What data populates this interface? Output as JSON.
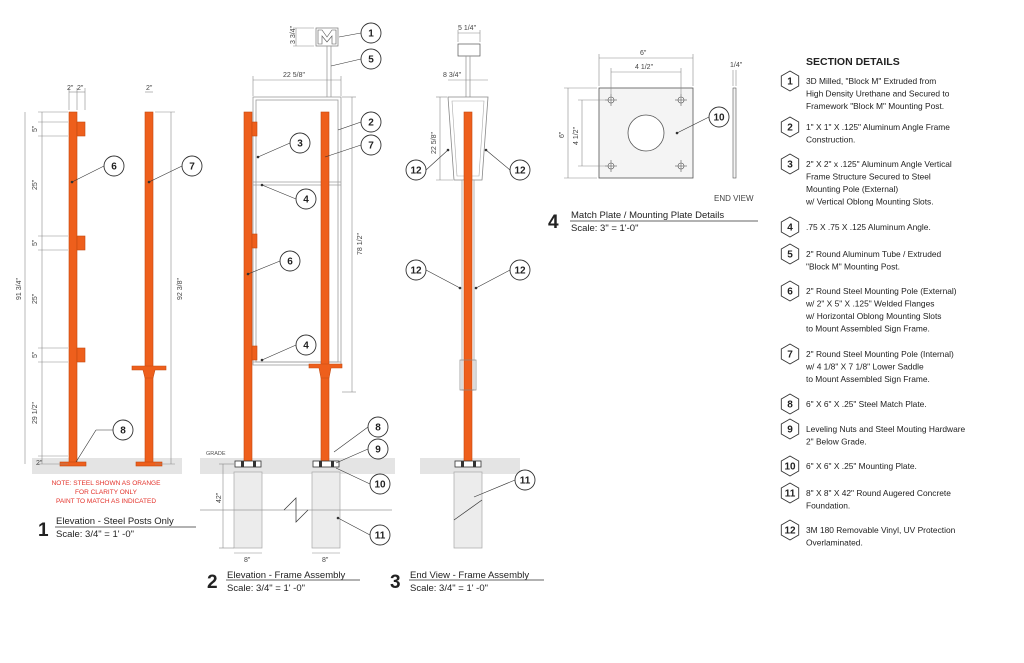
{
  "views": [
    {
      "number": "1",
      "title": "Elevation - Steel Posts Only",
      "scale": "Scale: 3/4\" = 1' -0\""
    },
    {
      "number": "2",
      "title": "Elevation - Frame Assembly",
      "scale": "Scale: 3/4\" = 1' -0\""
    },
    {
      "number": "3",
      "title": "End View - Frame Assembly",
      "scale": "Scale: 3/4\" = 1' -0\""
    },
    {
      "number": "4",
      "title": "Match Plate / Mounting Plate Details",
      "scale": "Scale: 3\" = 1'-0\""
    }
  ],
  "note": [
    "NOTE: STEEL SHOWN AS ORANGE",
    "FOR CLARITY ONLY",
    "PAINT TO MATCH AS INDICATED"
  ],
  "end_view_label": "END VIEW",
  "grade_label": "GRADE",
  "dimensions": {
    "v1_top_2a": "2\"",
    "v1_top_2b": "2\"",
    "v1_top_2c": "2\"",
    "v1_5a": "5\"",
    "v1_25a": "25\"",
    "v1_5b": "5\"",
    "v1_25b": "25\"",
    "v1_5c": "5\"",
    "v1_29": "29 1/2\"",
    "v1_2": "2\"",
    "v1_total": "91 3/4\"",
    "v1_post7": "92 3/8\"",
    "v2_3_3_4": "3 3/4\"",
    "v2_width": "22 5/8\"",
    "v2_height": "78 1/2\"",
    "v2_42": "42\"",
    "v2_8a": "8\"",
    "v2_8b": "8\"",
    "v3_5_1_4": "5 1/4\"",
    "v3_8_3_4": "8 3/4\"",
    "v3_22": "22 5/8\"",
    "v4_6w": "6\"",
    "v4_4w": "4 1/2\"",
    "v4_6h": "6\"",
    "v4_4h": "4 1/2\"",
    "v4_1_4": "1/4\""
  },
  "section": {
    "heading": "SECTION DETAILS",
    "items": [
      {
        "num": "1",
        "lines": [
          "3D Milled, \"Block M\" Extruded from",
          "High Density Urethane and Secured to",
          "Framework \"Block M\" Mounting Post."
        ]
      },
      {
        "num": "2",
        "lines": [
          "1\" X 1\" X .125\" Aluminum Angle Frame",
          "Construction."
        ]
      },
      {
        "num": "3",
        "lines": [
          "2\" X 2\" x .125\" Aluminum Angle Vertical",
          "Frame Structure Secured to Steel",
          "Mounting Pole (External)",
          "w/ Vertical Oblong Mounting Slots."
        ]
      },
      {
        "num": "4",
        "lines": [
          ".75 X .75 X .125 Aluminum Angle."
        ]
      },
      {
        "num": "5",
        "lines": [
          "2\" Round Aluminum Tube / Extruded",
          "\"Block M\" Mounting Post."
        ]
      },
      {
        "num": "6",
        "lines": [
          "2\" Round Steel Mounting Pole (External)",
          "w/ 2\" X 5\" X .125\" Welded Flanges",
          "w/ Horizontal Oblong Mounting Slots",
          "to Mount Assembled Sign Frame."
        ]
      },
      {
        "num": "7",
        "lines": [
          "2\" Round Steel Mounting Pole (Internal)",
          "w/ 4 1/8\" X 7 1/8\" Lower Saddle",
          "to Mount Assembled Sign Frame."
        ]
      },
      {
        "num": "8",
        "lines": [
          "6\" X 6\" X .25\" Steel Match Plate."
        ]
      },
      {
        "num": "9",
        "lines": [
          "Leveling Nuts and Steel Mouting Hardware",
          "2\" Below Grade."
        ]
      },
      {
        "num": "10",
        "lines": [
          "6\" X 6\" X .25\" Mounting Plate."
        ]
      },
      {
        "num": "11",
        "lines": [
          "8\" X 8\" X 42\" Round Augered Concrete",
          "Foundation."
        ]
      },
      {
        "num": "12",
        "lines": [
          "3M 180 Removable Vinyl, UV Protection",
          "Overlaminated."
        ]
      }
    ]
  },
  "callouts": {
    "v1_6": "6",
    "v1_7": "7",
    "v1_8": "8",
    "v2_1": "1",
    "v2_5": "5",
    "v2_2": "2",
    "v2_3": "3",
    "v2_7": "7",
    "v2_4a": "4",
    "v2_6": "6",
    "v2_4b": "4",
    "v2_8": "8",
    "v2_9": "9",
    "v2_10": "10",
    "v2_11": "11",
    "v3_12a": "12",
    "v3_12b": "12",
    "v3_12c": "12",
    "v3_12d": "12",
    "v3_11": "11",
    "v4_10": "10"
  },
  "colors": {
    "steel": "#ee5f1c",
    "note": "#e3312a"
  }
}
